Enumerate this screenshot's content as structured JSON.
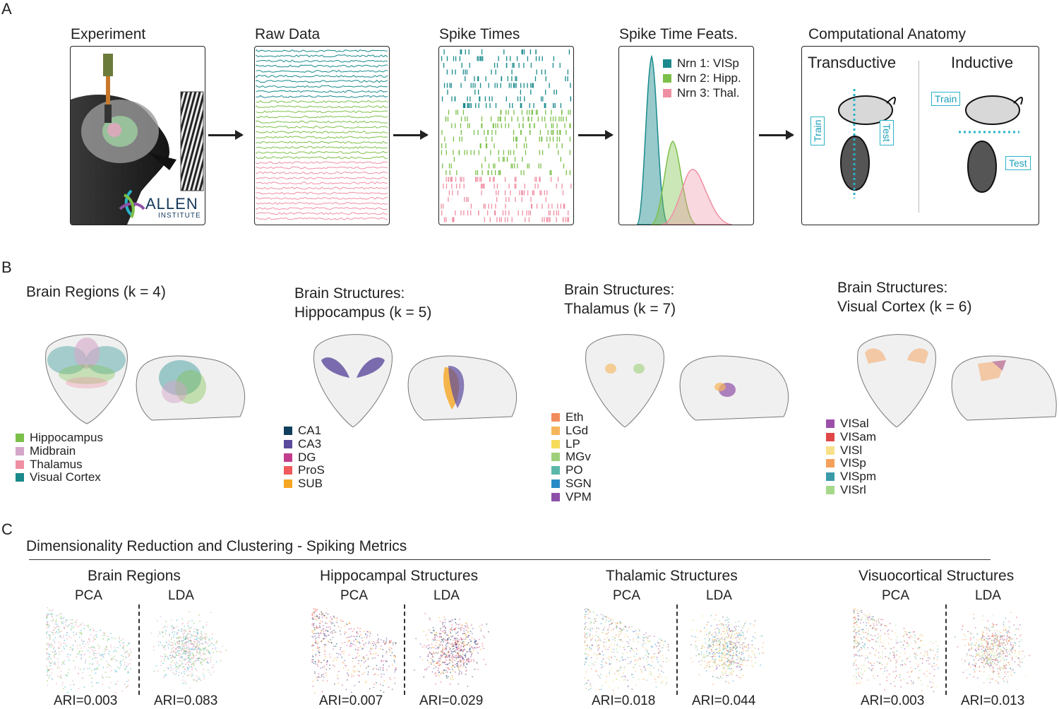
{
  "panel_a": {
    "letter": "A",
    "titles": {
      "experiment": "Experiment",
      "raw_data": "Raw Data",
      "spike_times": "Spike Times",
      "spike_feats": "Spike Time Feats.",
      "comp_anatomy": "Computational Anatomy"
    },
    "logo": {
      "name": "ALLEN",
      "sub": "INSTITUTE"
    },
    "feats_legend": [
      "Nrn 1: VISp",
      "Nrn 2: Hipp.",
      "Nrn 3: Thal."
    ],
    "comp": {
      "transductive": "Transductive",
      "inductive": "Inductive",
      "train": "Train",
      "test": "Test"
    }
  },
  "panel_b": {
    "letter": "B",
    "groups": [
      {
        "title": "Brain Regions (k = 4)",
        "items": [
          {
            "label": "Hippocampus",
            "color": "#7cc04a"
          },
          {
            "label": "Midbrain",
            "color": "#d4a6c8"
          },
          {
            "label": "Thalamus",
            "color": "#ef8fa3"
          },
          {
            "label": "Visual Cortex",
            "color": "#1a8a8c"
          }
        ]
      },
      {
        "title": "Brain Structures:",
        "title2": "Hippocampus (k = 5)",
        "items": [
          {
            "label": "CA1",
            "color": "#10405e"
          },
          {
            "label": "CA3",
            "color": "#5b4a9c"
          },
          {
            "label": "DG",
            "color": "#c23d8c"
          },
          {
            "label": "ProS",
            "color": "#ef5a5a"
          },
          {
            "label": "SUB",
            "color": "#f5a623"
          }
        ]
      },
      {
        "title": "Brain Structures:",
        "title2": "Thalamus (k = 7)",
        "items": [
          {
            "label": "Eth",
            "color": "#f28b5b"
          },
          {
            "label": "LGd",
            "color": "#f6b55a"
          },
          {
            "label": "LP",
            "color": "#f7dc5a"
          },
          {
            "label": "MGv",
            "color": "#9ed07a"
          },
          {
            "label": "PO",
            "color": "#5bb8a8"
          },
          {
            "label": "SGN",
            "color": "#2a8ac8"
          },
          {
            "label": "VPM",
            "color": "#8e4fa8"
          }
        ]
      },
      {
        "title": "Brain Structures:",
        "title2": "Visual Cortex (k = 6)",
        "items": [
          {
            "label": "VISal",
            "color": "#9b4fa8"
          },
          {
            "label": "VISam",
            "color": "#e04848"
          },
          {
            "label": "VISl",
            "color": "#f7e08a"
          },
          {
            "label": "VISp",
            "color": "#f5a05a"
          },
          {
            "label": "VISpm",
            "color": "#3a9aa8"
          },
          {
            "label": "VISrl",
            "color": "#a6d88a"
          }
        ]
      }
    ]
  },
  "panel_c": {
    "letter": "C",
    "title": "Dimensionality Reduction and Clustering - Spiking Metrics",
    "groups": [
      {
        "title": "Brain Regions",
        "pca": "PCA",
        "lda": "LDA",
        "ari_pca": "ARI=0.003",
        "ari_lda": "ARI=0.083"
      },
      {
        "title": "Hippocampal Structures",
        "pca": "PCA",
        "lda": "LDA",
        "ari_pca": "ARI=0.007",
        "ari_lda": "ARI=0.029"
      },
      {
        "title": "Thalamic Structures",
        "pca": "PCA",
        "lda": "LDA",
        "ari_pca": "ARI=0.018",
        "ari_lda": "ARI=0.044"
      },
      {
        "title": "Visuocortical Structures",
        "pca": "PCA",
        "lda": "LDA",
        "ari_pca": "ARI=0.003",
        "ari_lda": "ARI=0.013"
      }
    ]
  },
  "colors": {
    "teal": "#1a8a8c",
    "green": "#7cc04a",
    "pink": "#ef8fa3",
    "cyan": "#2ab3c8"
  }
}
